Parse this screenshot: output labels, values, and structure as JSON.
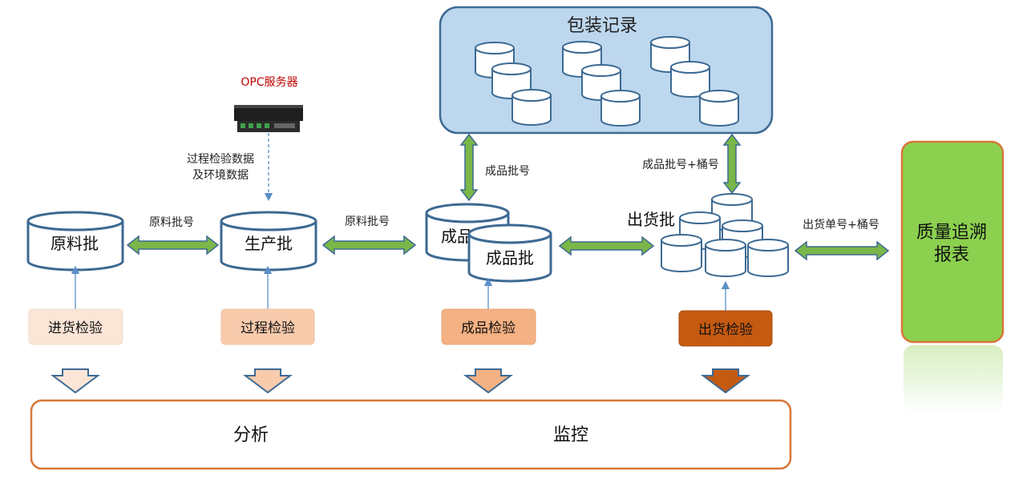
{
  "packaging": {
    "title": "包装记录"
  },
  "opc": {
    "label": "OPC服务器"
  },
  "process_data": {
    "line1": "过程检验数据",
    "line2": "及环境数据"
  },
  "batches": {
    "raw": "原料批",
    "production": "生产批",
    "finished_back": "成品",
    "finished_front": "成品批",
    "shipment": "出货批"
  },
  "links": {
    "raw_to_production": "原料批号",
    "production_to_finished": "原料批号",
    "finished_to_packaging": "成品批号",
    "shipment_to_packaging": "成品批号+桶号",
    "shipment_to_report": "出货单号+桶号"
  },
  "inspections": {
    "incoming": "进货检验",
    "process": "过程检验",
    "finished": "成品检验",
    "outgoing": "出货检验"
  },
  "report": {
    "line1": "质量追溯",
    "line2": "报表"
  },
  "bottom": {
    "analysis": "分析",
    "monitor": "监控"
  },
  "colors": {
    "cylinder_stroke": "#3d6a93",
    "packaging_fill": "#bdd7ee",
    "green_arrow": "#7ab648",
    "orange_border": "#d9773a",
    "report_fill": "#8cd04f",
    "incoming_fill": "#fbe5d6",
    "process_fill": "#f8cbad",
    "finished_fill": "#f4b183",
    "outgoing_fill": "#c55a11",
    "opc_label": "#c00000"
  }
}
